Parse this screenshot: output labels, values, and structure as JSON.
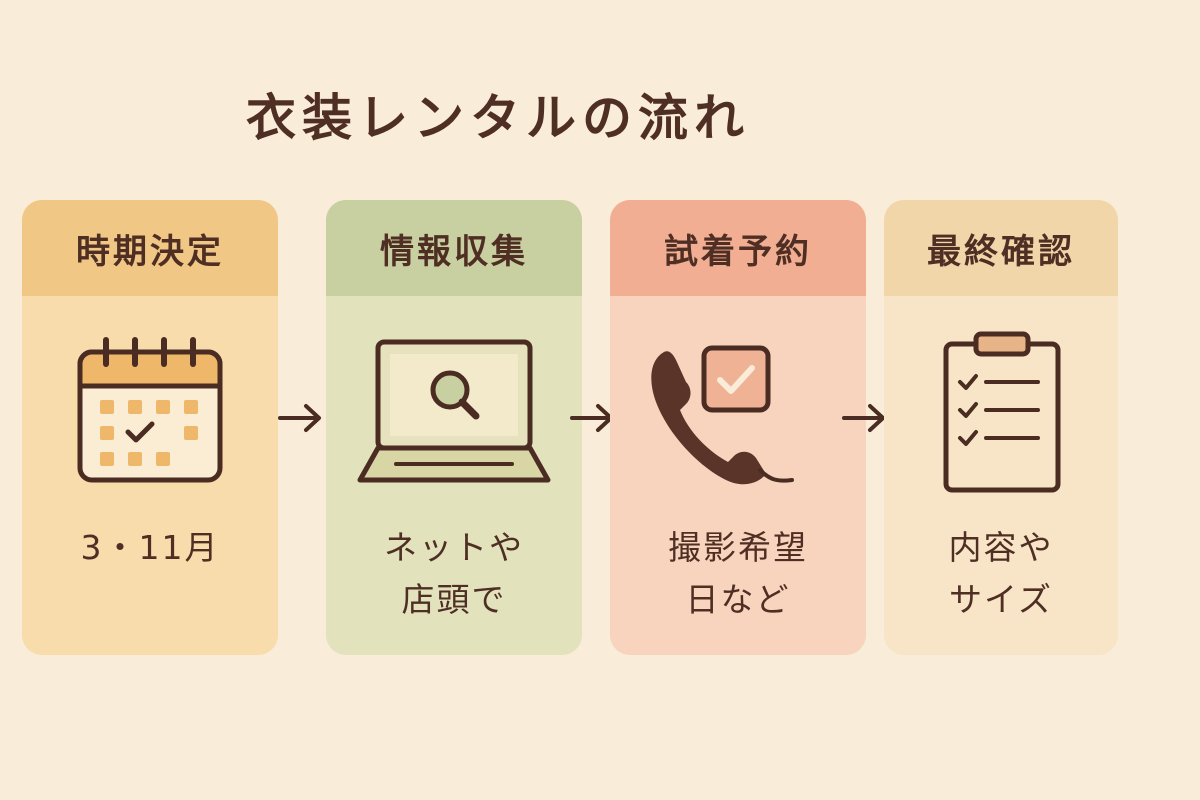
{
  "title": "衣装レンタルの流れ",
  "colors": {
    "background": "#f9ecd8",
    "text": "#4f2f24"
  },
  "steps": [
    {
      "heading": "時期決定",
      "lines": [
        "3・11月"
      ],
      "icon": "calendar-icon",
      "head_color": "#f0c785",
      "body_color": "#f8dcac"
    },
    {
      "heading": "情報収集",
      "lines": [
        "ネットや",
        "店頭で"
      ],
      "icon": "laptop-search-icon",
      "head_color": "#c8cfa0",
      "body_color": "#e2e2bd"
    },
    {
      "heading": "試着予約",
      "lines": [
        "撮影希望",
        "日など"
      ],
      "icon": "phone-check-icon",
      "head_color": "#f2ae92",
      "body_color": "#f8d3bd"
    },
    {
      "heading": "最終確認",
      "lines": [
        "内容や",
        "サイズ"
      ],
      "icon": "clipboard-checklist-icon",
      "head_color": "#f1d6aa",
      "body_color": "#f8e4c6"
    }
  ]
}
